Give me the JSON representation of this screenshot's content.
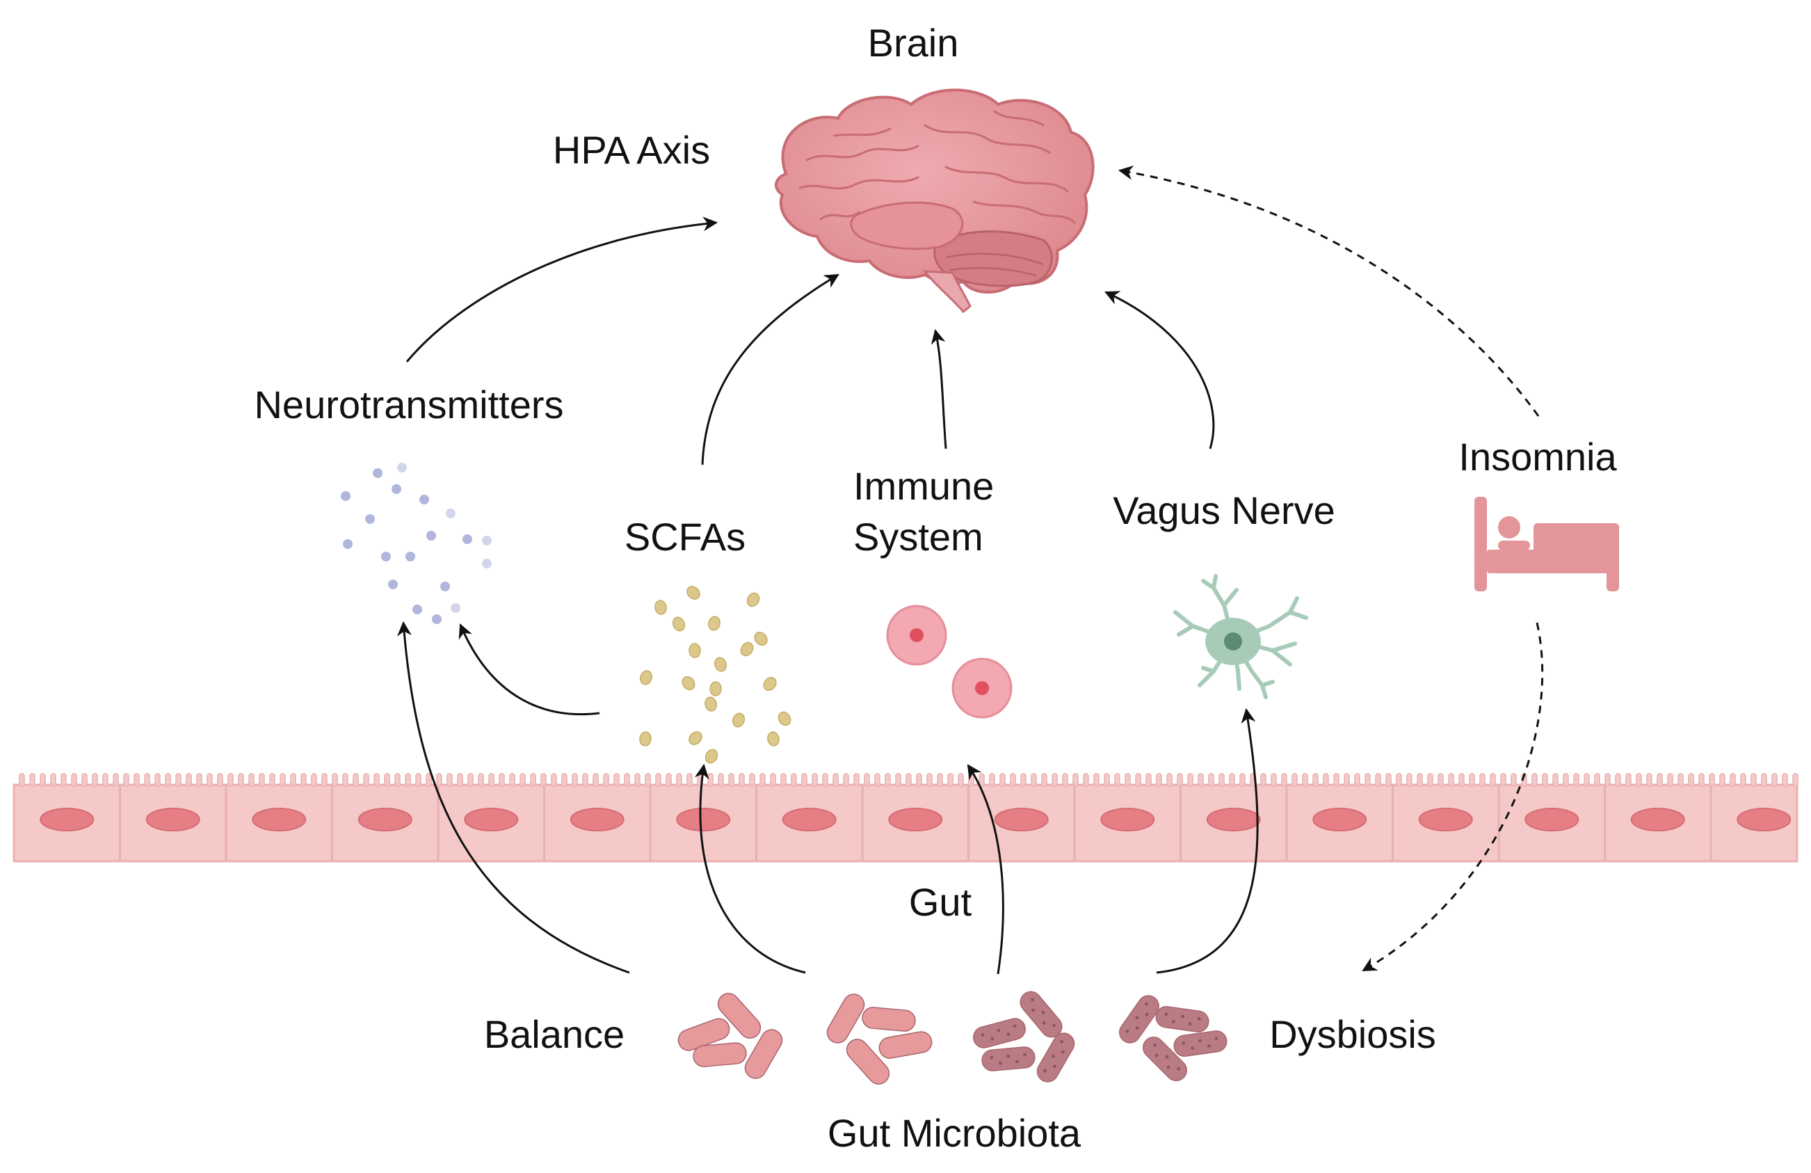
{
  "labels": {
    "brain": "Brain",
    "hpa_axis": "HPA Axis",
    "neurotransmitters": "Neurotransmitters",
    "scfas": "SCFAs",
    "immune_line1": "Immune",
    "immune_line2": "System",
    "vagus_nerve": "Vagus Nerve",
    "insomnia": "Insomnia",
    "gut": "Gut",
    "balance": "Balance",
    "dysbiosis": "Dysbiosis",
    "gut_microbiota": "Gut Microbiota"
  },
  "colors": {
    "brain": "#e8959a",
    "gut_epithelium": "#f6c9c9",
    "gut_nucleus": "#e57f85",
    "neurotransmitter_dots": "#a7aed8",
    "scfa_particles": "#dcc88a",
    "immune_cell": "#f3a8b2",
    "vagus_neuron": "#a8cbb8",
    "insomnia_icon": "#e4959a",
    "bacteria_healthy": "#e69a9c",
    "bacteria_dysbiotic": "#b97c84",
    "arrow": "#111111"
  },
  "icons": [
    "brain-icon",
    "neurotransmitter-dots-icon",
    "scfa-particles-icon",
    "immune-cells-icon",
    "neuron-icon",
    "sleep-bed-icon",
    "bacteria-icon"
  ],
  "arrows": [
    {
      "from": "neurotransmitters",
      "to": "hpa_axis",
      "style": "solid"
    },
    {
      "from": "scfas",
      "to": "brain",
      "style": "solid"
    },
    {
      "from": "immune_system",
      "to": "brain",
      "style": "solid"
    },
    {
      "from": "vagus_nerve",
      "to": "brain",
      "style": "solid"
    },
    {
      "from": "insomnia",
      "to": "brain",
      "style": "dashed"
    },
    {
      "from": "insomnia",
      "to": "dysbiosis",
      "style": "dashed"
    },
    {
      "from": "scfas",
      "to": "neurotransmitters",
      "style": "solid"
    },
    {
      "from": "gut_microbiota",
      "to": "neurotransmitters",
      "style": "solid"
    },
    {
      "from": "gut_microbiota",
      "to": "scfas",
      "style": "solid"
    },
    {
      "from": "gut_microbiota",
      "to": "immune_system",
      "style": "solid"
    },
    {
      "from": "gut_microbiota",
      "to": "vagus_nerve",
      "style": "solid"
    }
  ]
}
